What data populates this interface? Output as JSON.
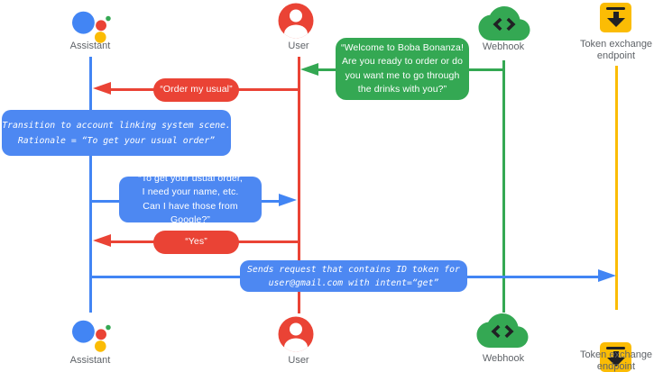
{
  "colors": {
    "blue": "#4285F4",
    "box_blue": "#4d88f2",
    "red": "#EA4335",
    "green": "#34A853",
    "yellow": "#FBBC04",
    "label": "#5F6368",
    "ink": "#202124"
  },
  "actors": {
    "assistant": {
      "label": "Assistant"
    },
    "user": {
      "label": "User"
    },
    "webhook": {
      "label": "Webhook"
    },
    "token_endpoint": {
      "label": "Token exchange\nendpoint"
    }
  },
  "messages": {
    "welcome": {
      "from": "webhook",
      "to": "user",
      "text": "“Welcome to Boba Bonanza!\nAre you ready to order or do\nyou want me to go through\nthe drinks with you?”"
    },
    "order_usual": {
      "from": "user",
      "to": "assistant",
      "text": "“Order my usual”"
    },
    "transition_note": {
      "text": "Transition to account linking system scene.\nRationale = “To get your usual order”"
    },
    "ask_permission": {
      "from": "assistant",
      "to": "user",
      "text": "“To get your usual order,\nI need your name, etc.\nCan I have those from Google?”"
    },
    "yes": {
      "from": "user",
      "to": "assistant",
      "text": "“Yes”"
    },
    "send_request": {
      "from": "assistant",
      "to": "token_endpoint",
      "text": "Sends request that contains ID token for\nuser@gmail.com with intent=“get”"
    }
  }
}
